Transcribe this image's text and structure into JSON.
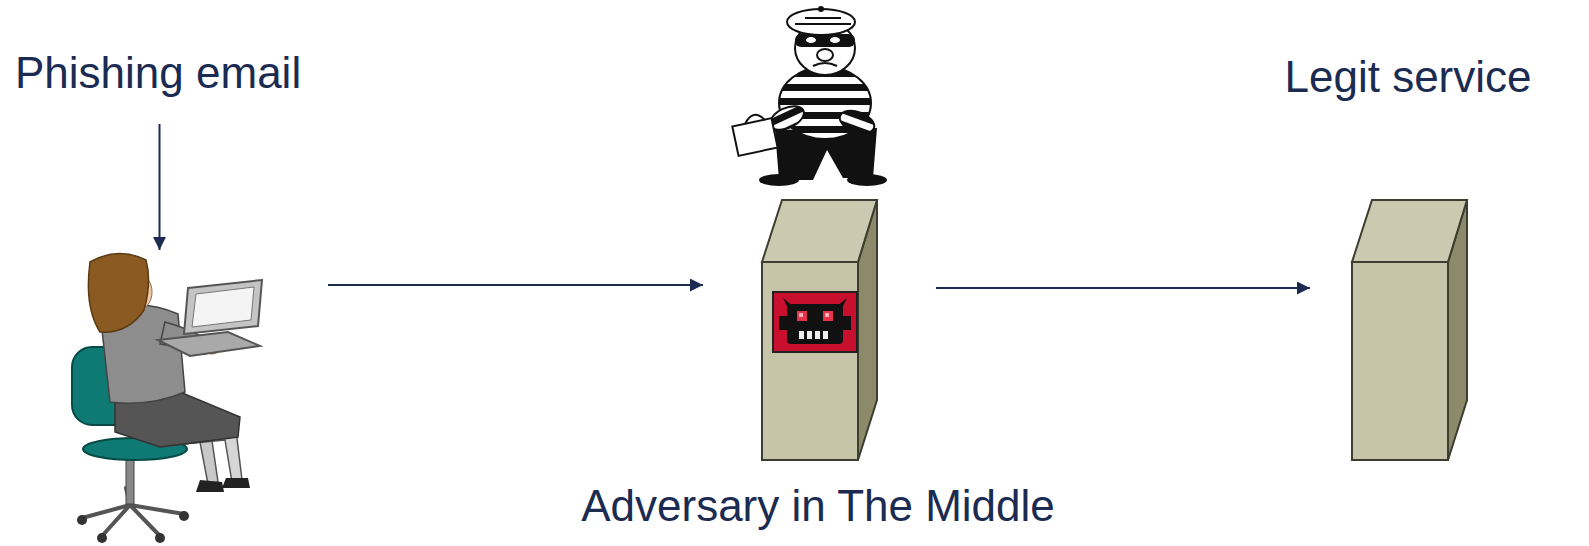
{
  "diagram": {
    "nodes": [
      {
        "text": [
          "Phishing email"
        ]
      },
      {
        "text": []
      },
      {
        "text": [
          "Adversary in The Middle"
        ]
      },
      {
        "text": [
          "Legit service"
        ]
      }
    ],
    "edges": [
      {
        "from": 0,
        "to": 1,
        "arrow": "to"
      },
      {
        "from": 1,
        "to": 2,
        "arrow": "to"
      },
      {
        "from": 2,
        "to": 3,
        "arrow": "to"
      }
    ]
  }
}
